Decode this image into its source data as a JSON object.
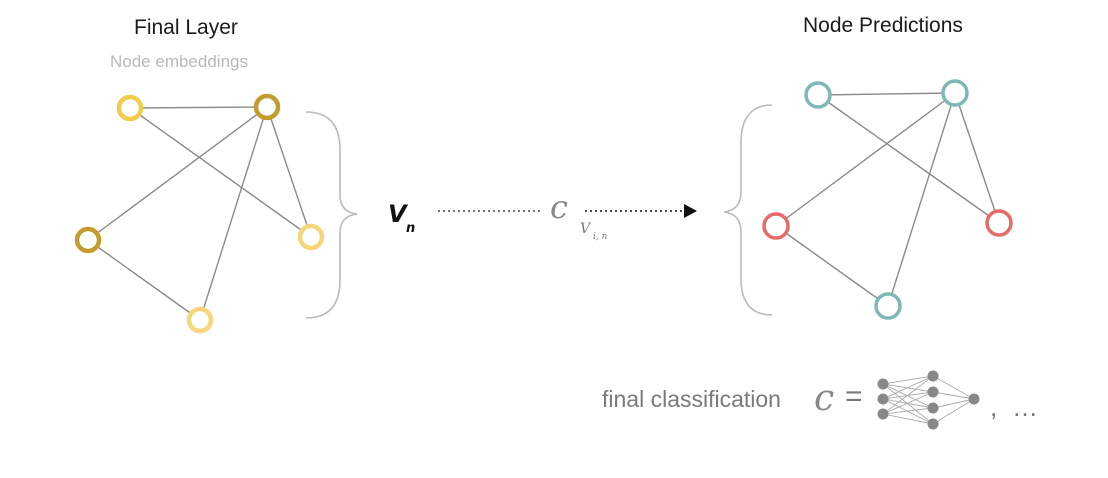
{
  "left_panel": {
    "title": "Final Layer",
    "subtitle": "Node embeddings"
  },
  "right_panel": {
    "title": "Node Predictions"
  },
  "middle": {
    "vector_symbol": "V",
    "vector_subscript": "n",
    "classifier_symbol": "c",
    "classifier_arg_symbol": "V",
    "classifier_arg_subscript": "i, n"
  },
  "footer": {
    "label": "final classification",
    "classifier_symbol": "c",
    "equals": "=",
    "comma": ",",
    "ellipsis": "…"
  },
  "colors": {
    "yellow_light": "#f2cc4a",
    "yellow_pale": "#f5d67a",
    "gold_dark": "#c29d2c",
    "teal": "#7fb7b5",
    "red": "#e86a6a",
    "edge": "#8a8a8a",
    "brace": "#bbbbbb",
    "mlp_node": "#888888"
  }
}
